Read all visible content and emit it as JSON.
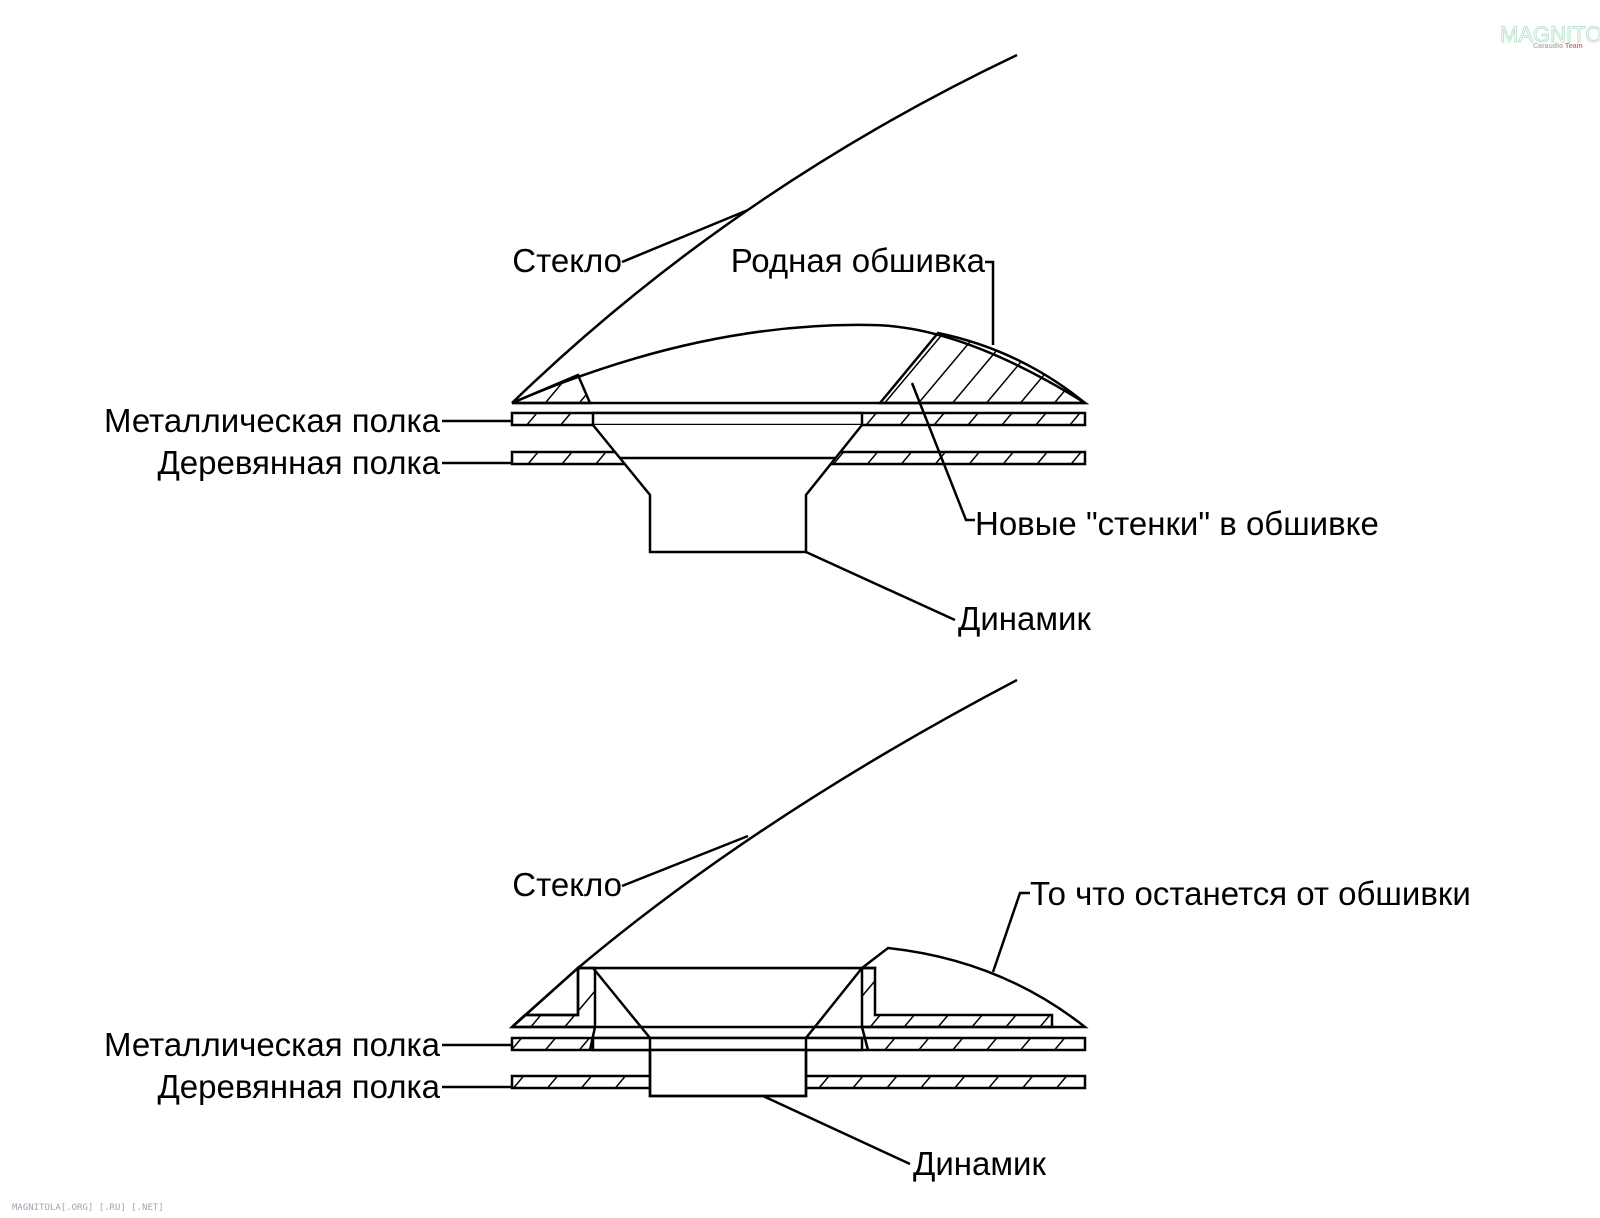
{
  "top_diagram": {
    "glass": "Стекло",
    "native_trim": "Родная обшивка",
    "metal_shelf": "Металлическая полка",
    "wood_shelf": "Деревянная полка",
    "new_walls": "Новые \"стенки\" в обшивке",
    "speaker": "Динамик"
  },
  "bottom_diagram": {
    "glass": "Стекло",
    "remaining_trim": "То что останется от обшивки",
    "metal_shelf": "Металлическая полка",
    "wood_shelf": "Деревянная полка",
    "speaker": "Динамик"
  },
  "watermark": {
    "logo": "MAGNITOLA",
    "logo_sub1": "Caraudio",
    "logo_sub2": "Team",
    "footer": "MAGNITOLA[.ORG] [.RU] [.NET]"
  }
}
